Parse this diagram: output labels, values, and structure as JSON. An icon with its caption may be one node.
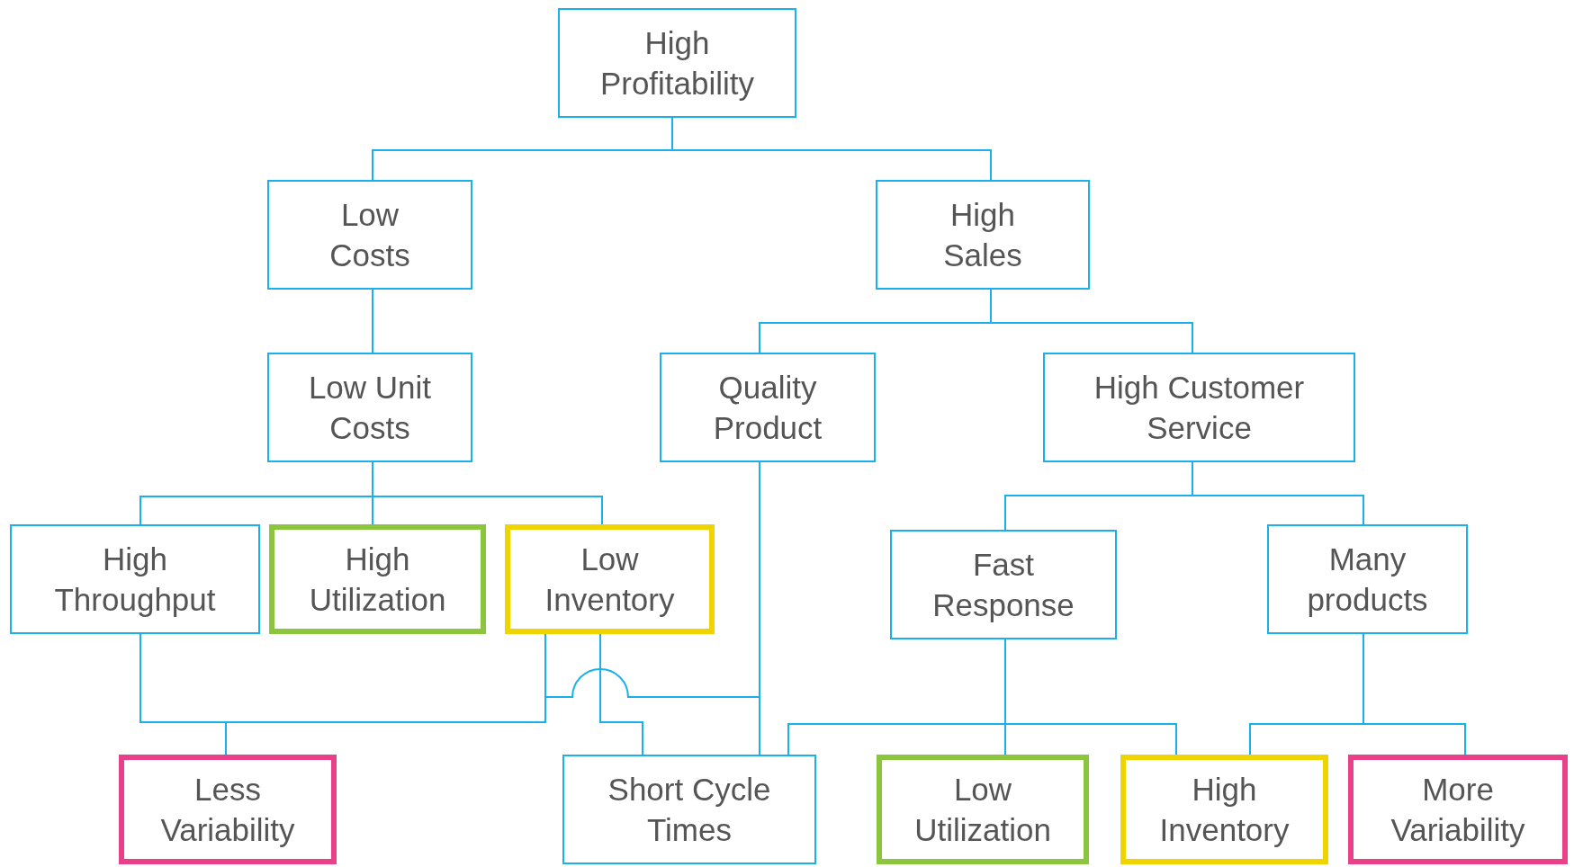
{
  "diagram": {
    "nodes": [
      {
        "text": [
          "High Profitability"
        ]
      },
      {
        "text": [
          "Low Costs"
        ]
      },
      {
        "text": [
          "High Sales"
        ]
      },
      {
        "text": [
          "Low Unit Costs"
        ]
      },
      {
        "text": [
          "Quality Product"
        ]
      },
      {
        "text": [
          "High Customer Service"
        ]
      },
      {
        "text": [
          "High Throughput"
        ]
      },
      {
        "text": [
          "High Utilization"
        ]
      },
      {
        "text": [
          "Low Inventory"
        ]
      },
      {
        "text": [
          "Fast Response"
        ]
      },
      {
        "text": [
          "Many products"
        ]
      },
      {
        "text": [
          "Less Variability"
        ]
      },
      {
        "text": [
          "Short Cycle Times"
        ]
      },
      {
        "text": [
          "Low Utilization"
        ]
      },
      {
        "text": [
          "High Inventory"
        ]
      },
      {
        "text": [
          "More Variability"
        ]
      }
    ],
    "edges": [
      {
        "from": 0,
        "to": 1,
        "arrow": "none"
      },
      {
        "from": 0,
        "to": 2,
        "arrow": "none"
      },
      {
        "from": 1,
        "to": 3,
        "arrow": "none"
      },
      {
        "from": 2,
        "to": 4,
        "arrow": "none"
      },
      {
        "from": 2,
        "to": 5,
        "arrow": "none"
      },
      {
        "from": 3,
        "to": 6,
        "arrow": "none"
      },
      {
        "from": 3,
        "to": 7,
        "arrow": "none"
      },
      {
        "from": 3,
        "to": 8,
        "arrow": "none"
      },
      {
        "from": 5,
        "to": 9,
        "arrow": "none"
      },
      {
        "from": 5,
        "to": 10,
        "arrow": "none"
      },
      {
        "from": 6,
        "to": 11,
        "arrow": "none"
      },
      {
        "from": 8,
        "to": 11,
        "arrow": "none"
      },
      {
        "from": 4,
        "to": 11,
        "arrow": "none"
      },
      {
        "from": 8,
        "to": 12,
        "arrow": "none"
      },
      {
        "from": 4,
        "to": 12,
        "arrow": "none"
      },
      {
        "from": 9,
        "to": 12,
        "arrow": "none"
      },
      {
        "from": 9,
        "to": 13,
        "arrow": "none"
      },
      {
        "from": 9,
        "to": 14,
        "arrow": "none"
      },
      {
        "from": 10,
        "to": 14,
        "arrow": "none"
      },
      {
        "from": 10,
        "to": 15,
        "arrow": "none"
      }
    ]
  }
}
